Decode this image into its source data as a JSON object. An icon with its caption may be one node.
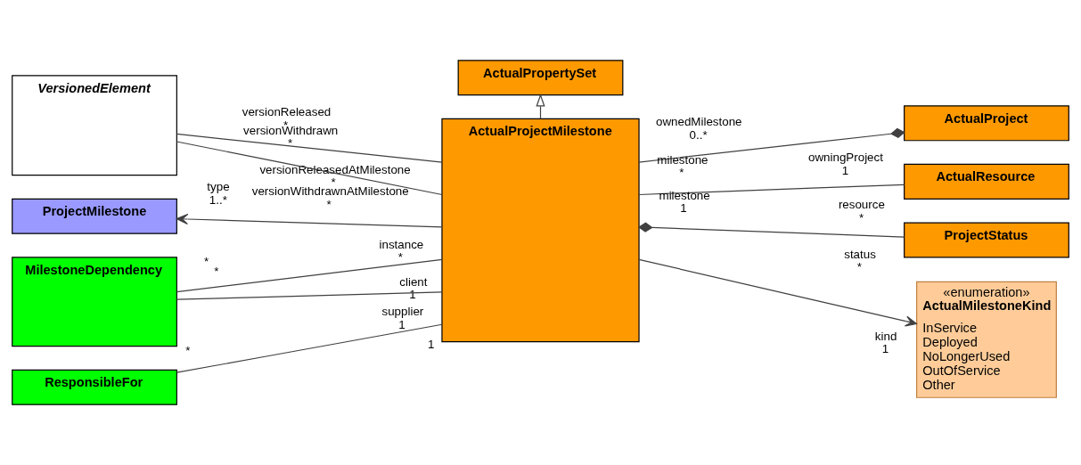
{
  "diagram": {
    "nodes": [
      {
        "text": [
          "ActualPropertySet"
        ]
      },
      {
        "text": [
          "VersionedElement"
        ]
      },
      {
        "text": [
          "ActualProjectMilestone"
        ]
      },
      {
        "text": [
          "ActualProject"
        ]
      },
      {
        "text": [
          "ProjectMilestone"
        ]
      },
      {
        "text": [
          "ActualResource"
        ]
      },
      {
        "text": [
          "MilestoneDependency"
        ]
      },
      {
        "text": [
          "ProjectStatus"
        ]
      },
      {
        "text": [
          "«enumeration»",
          "ActualMilestoneKind",
          "InService",
          "Deployed",
          "NoLongerUsed",
          "OutOfService",
          "Other"
        ]
      },
      {
        "text": [
          "ResponsibleFor"
        ]
      }
    ],
    "edges": [
      {
        "from": 2,
        "to": 0,
        "arrow": "to"
      },
      {
        "from": 1,
        "to": 2,
        "arrow": "none"
      },
      {
        "from": 1,
        "to": 2,
        "arrow": "none"
      },
      {
        "from": 2,
        "to": 4,
        "arrow": "to"
      },
      {
        "from": 6,
        "to": 2,
        "arrow": "none"
      },
      {
        "from": 6,
        "to": 2,
        "arrow": "none"
      },
      {
        "from": 9,
        "to": 2,
        "arrow": "none"
      },
      {
        "from": 2,
        "to": 3,
        "arrow": "other"
      },
      {
        "from": 2,
        "to": 5,
        "arrow": "none"
      },
      {
        "from": 7,
        "to": 2,
        "arrow": "other"
      },
      {
        "from": 2,
        "to": 8,
        "arrow": "to"
      }
    ],
    "labels": [
      "versionReleased",
      "*",
      "versionReleasedAtMilestone",
      "*",
      "versionWithdrawn",
      "*",
      "versionWithdrawnAtMilestone",
      "*",
      "instance",
      "*",
      "type",
      "1..*",
      "*",
      "client",
      "1",
      "*",
      "supplier",
      "1",
      "*",
      "1",
      "ownedMilestone",
      "0..*",
      "owningProject",
      "1",
      "milestone",
      "*",
      "resource",
      "*",
      "status",
      "*",
      "milestone",
      "1",
      "kind",
      "1"
    ]
  }
}
